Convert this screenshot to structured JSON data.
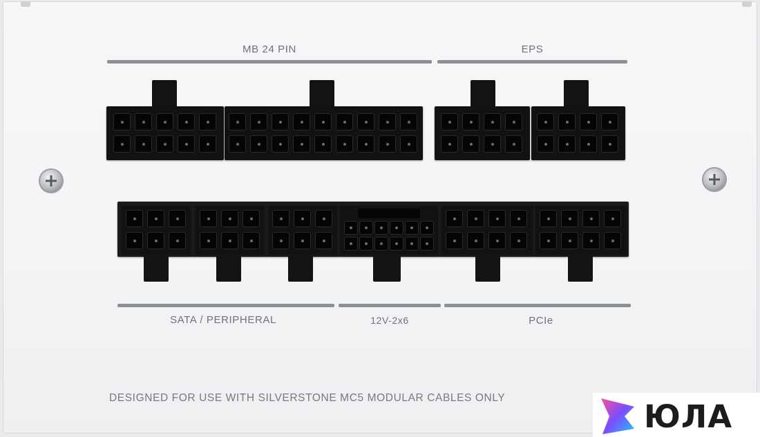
{
  "labels": {
    "mb24": "MB 24 PIN",
    "eps": "EPS",
    "sata": "SATA / PERIPHERAL",
    "v12": "12V-2x6",
    "pcie": "PCIe"
  },
  "footer": "DESIGNED FOR USE WITH SILVERSTONE MC5 MODULAR CABLES ONLY",
  "watermark": {
    "text": "ЮЛА",
    "colors": [
      "#7b4dff",
      "#1fc6ff",
      "#ff4d9a"
    ]
  },
  "colors": {
    "panel": "#f4f5f6",
    "connector": "#121212",
    "label": "#6e7177",
    "bar": "#8c8f95"
  }
}
